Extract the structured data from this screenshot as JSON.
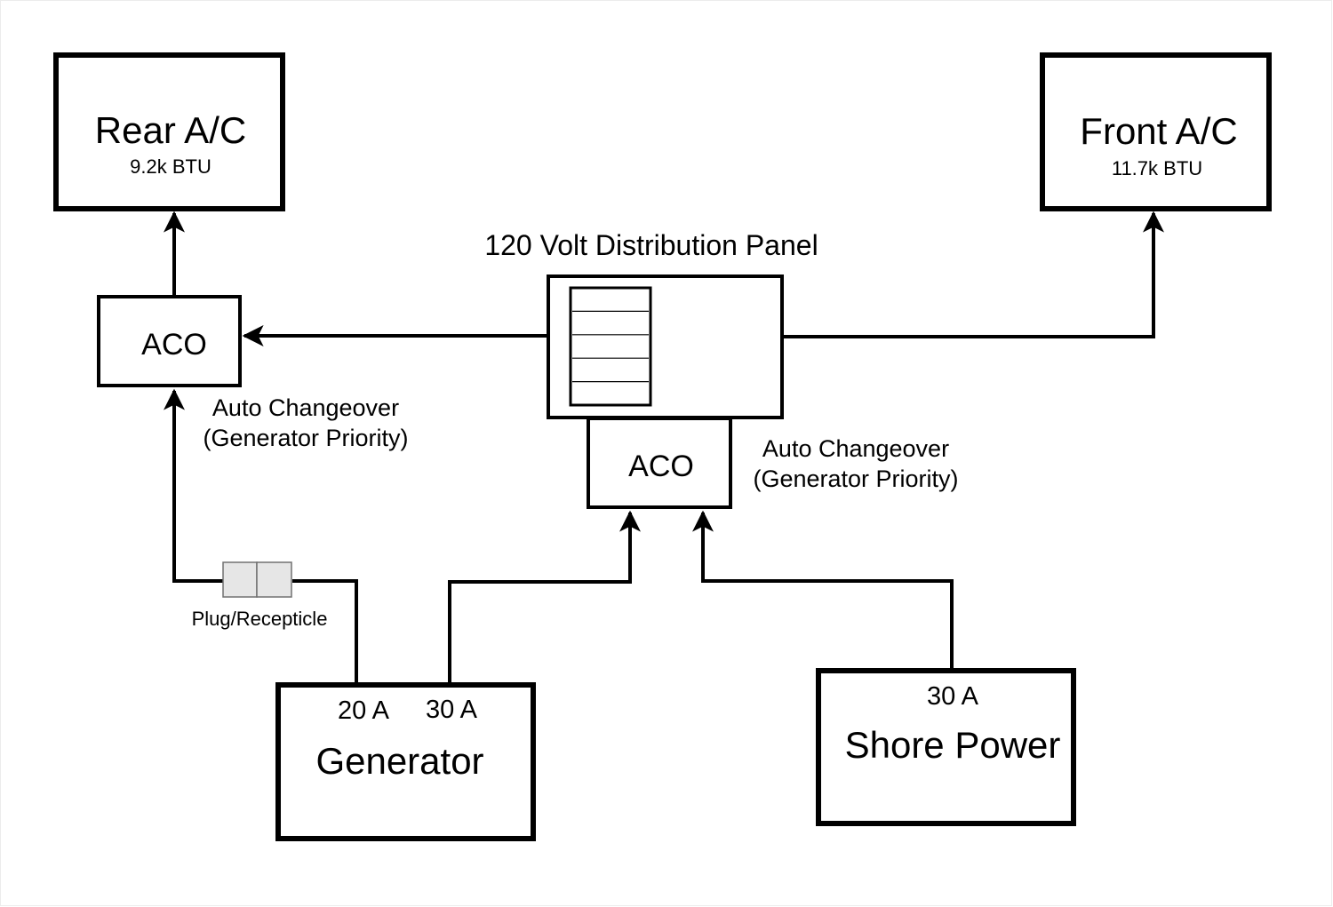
{
  "diagram": {
    "title": "120 Volt Distribution Panel",
    "colors": {
      "stroke": "#000000",
      "plug_fill": "#e6e6e6",
      "plug_stroke": "#707070",
      "background": "#ffffff"
    },
    "nodes": {
      "rear_ac": {
        "label": "Rear A/C",
        "sublabel": "9.2k BTU"
      },
      "front_ac": {
        "label": "Front A/C",
        "sublabel": "11.7k BTU"
      },
      "aco_rear": {
        "label": "ACO",
        "caption_line1": "Auto Changeover",
        "caption_line2": "(Generator Priority)"
      },
      "aco_panel": {
        "label": "ACO",
        "caption_line1": "Auto Changeover",
        "caption_line2": "(Generator Priority)"
      },
      "panel": {
        "label": "120 Volt Distribution Panel",
        "breaker_count": 5
      },
      "generator": {
        "label": "Generator",
        "outputs": [
          "20 A",
          "30 A"
        ]
      },
      "shore_power": {
        "label": "Shore Power",
        "output": "30 A"
      },
      "plug": {
        "label": "Plug/Recepticle"
      }
    },
    "edges": [
      {
        "from": "aco_rear",
        "to": "rear_ac"
      },
      {
        "from": "panel",
        "to": "aco_rear"
      },
      {
        "from": "panel",
        "to": "front_ac"
      },
      {
        "from": "generator_20A",
        "via": "plug",
        "to": "aco_rear"
      },
      {
        "from": "generator_30A",
        "to": "aco_panel"
      },
      {
        "from": "shore_power_30A",
        "to": "aco_panel"
      }
    ]
  }
}
